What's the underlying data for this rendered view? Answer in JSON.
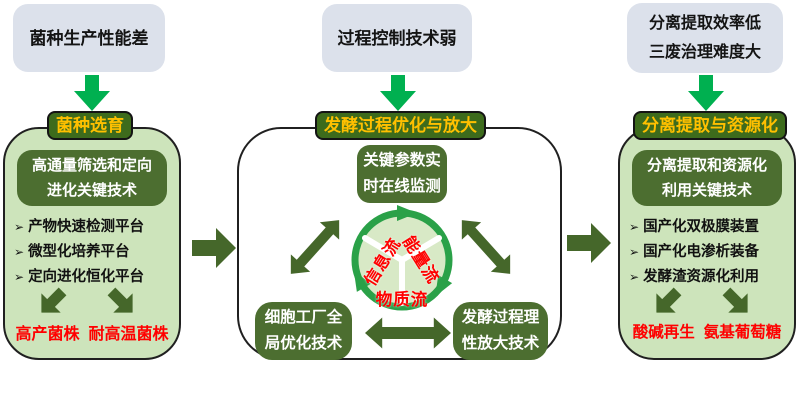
{
  "ui": {
    "bullet_marker": "➢"
  },
  "colors": {
    "gray_box": "#dce1eb",
    "bright_green": "#00b050",
    "dark_green": "#45672a",
    "header_green": "#4c6e30",
    "pill_green": "#3d6b1c",
    "pill_text": "#ffc000",
    "light_green": "#cde4bb",
    "ring_green": "#2aa148",
    "circle_fill": "#d8e9c6",
    "result_red": "#ff0000"
  },
  "left": {
    "problem": "菌种生产性能差",
    "stage_label": "菌种选育",
    "header_line1": "高通量筛选和定向",
    "header_line2": "进化关键技术",
    "bullets": [
      "产物快速检测平台",
      "微型化培养平台",
      "定向进化恒化平台"
    ],
    "result1": "高产菌株",
    "result2": "耐高温菌株"
  },
  "center": {
    "problem": "过程控制技术弱",
    "stage_label": "发酵过程优化与放大",
    "monitor_line1": "关键参数实",
    "monitor_line2": "时在线监测",
    "flow_info": "信息流",
    "flow_energy": "能量流",
    "flow_material": "物质流",
    "tech_left_line1": "细胞工厂全",
    "tech_left_line2": "局优化技术",
    "tech_right_line1": "发酵过程理",
    "tech_right_line2": "性放大技术"
  },
  "right": {
    "problem_line1": "分离提取效率低",
    "problem_line2": "三废治理难度大",
    "stage_label": "分离提取与资源化",
    "header_line1": "分离提取和资源化",
    "header_line2": "利用关键技术",
    "bullets": [
      "国产化双极膜装置",
      "国产化电渗析装备",
      "发酵渣资源化利用"
    ],
    "result1": "酸碱再生",
    "result2": "氨基葡萄糖"
  }
}
